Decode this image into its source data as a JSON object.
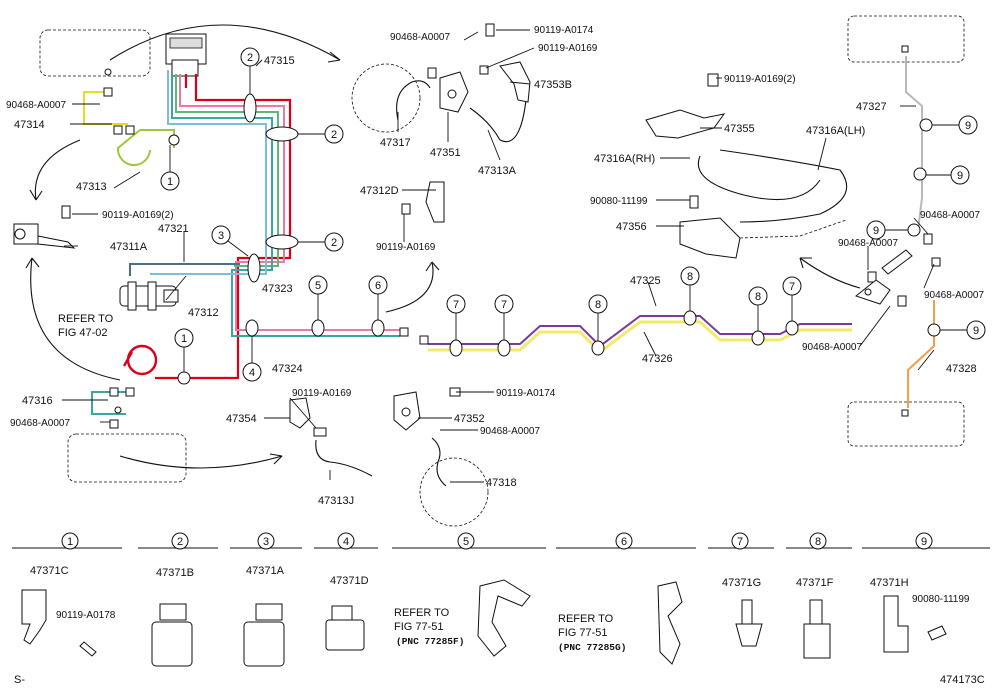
{
  "diagram": {
    "figure_code": "474173C",
    "corner_mark": "S-",
    "refer_fig_47": "REFER TO\nFIG 47-02",
    "part_labels": {
      "p47315": "47315",
      "p90468_a": "90468-A0007",
      "p47314": "47314",
      "p47313": "47313",
      "p90119_0169_2a": "90119-A0169(2)",
      "p47311A": "47311A",
      "p47321": "47321",
      "p47312": "47312",
      "p47323": "47323",
      "p47324": "47324",
      "p47316": "47316",
      "p90468_b": "90468-A0007",
      "p47354": "47354",
      "p90119_0169_b": "90119-A0169",
      "p47313J": "47313J",
      "p90468_c": "90468-A0007",
      "p90119_0174_a": "90119-A0174",
      "p90119_0169_c": "90119-A0169",
      "p47353B": "47353B",
      "p47317": "47317",
      "p47351": "47351",
      "p47313A": "47313A",
      "p47312D": "47312D",
      "p90119_0169_d": "90119-A0169",
      "p90119_0174_b": "90119-A0174",
      "p47352": "47352",
      "p90468_d": "90468-A0007",
      "p47318": "47318",
      "p90119_0169_2b": "90119-A0169(2)",
      "p47355": "47355",
      "p47316A_RH": "47316A(RH)",
      "p47316A_LH": "47316A(LH)",
      "p90080_a": "90080-11199",
      "p47356": "47356",
      "p47325": "47325",
      "p47326": "47326",
      "p47327": "47327",
      "p90468_e": "90468-A0007",
      "p90468_f": "90468-A0007",
      "p90468_g": "90468-A0007",
      "p90468_h": "90468-A0007",
      "p47328": "47328"
    },
    "callouts": [
      "1",
      "2",
      "3",
      "4",
      "5",
      "6",
      "7",
      "8",
      "9"
    ],
    "clamp_table": [
      {
        "num": "1",
        "part": "47371C",
        "extra": "90119-A0178"
      },
      {
        "num": "2",
        "part": "47371B"
      },
      {
        "num": "3",
        "part": "47371A"
      },
      {
        "num": "4",
        "part": "47371D"
      },
      {
        "num": "5",
        "refer": "REFER TO\nFIG 77-51",
        "pnc": "(PNC 77285F)"
      },
      {
        "num": "6",
        "refer": "REFER TO\nFIG 77-51",
        "pnc": "(PNC 77285G)"
      },
      {
        "num": "7",
        "part": "47371G"
      },
      {
        "num": "8",
        "part": "47371F"
      },
      {
        "num": "9",
        "part": "47371H",
        "extra": "90080-11199"
      }
    ],
    "line_colors": {
      "red": "#d8001a",
      "pink": "#e77aa6",
      "green": "#5fb878",
      "teal": "#3ba7a0",
      "lightblue": "#7fbcd8",
      "yellow": "#e8dc2a",
      "yellow_light": "#f1ea6b",
      "lime": "#9cc83b",
      "purple": "#7a3a9c",
      "gray": "#b9b9b9",
      "orange": "#f2a04a",
      "slate": "#4a6f8a"
    }
  }
}
